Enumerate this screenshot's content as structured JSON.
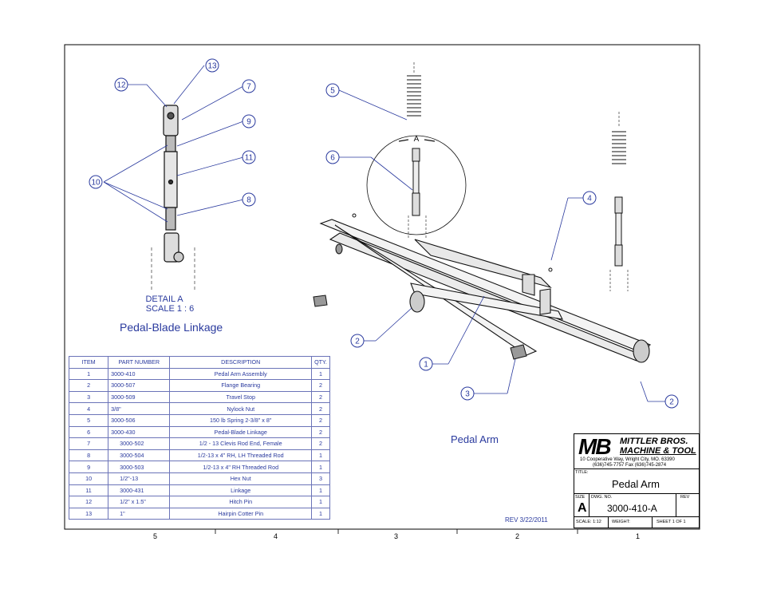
{
  "detail": {
    "title_line1": "DETAIL A",
    "title_line2": "SCALE 1 : 6",
    "name": "Pedal-Blade Linkage",
    "section_letter": "A"
  },
  "main_view_label": "Pedal Arm",
  "revision_note": "REV 3/22/2011",
  "callouts": [
    "13",
    "12",
    "7",
    "9",
    "11",
    "10",
    "8",
    "5",
    "6",
    "4",
    "2",
    "1",
    "3",
    "2"
  ],
  "bom": {
    "headers": [
      "ITEM",
      "PART NUMBER",
      "DESCRIPTION",
      "QTY."
    ],
    "rows": [
      {
        "item": "1",
        "part": "3000-410",
        "desc": "Pedal Arm Assembly",
        "qty": "1"
      },
      {
        "item": "2",
        "part": "3000-507",
        "desc": "Flange Bearing",
        "qty": "2"
      },
      {
        "item": "3",
        "part": "3000-509",
        "desc": "Travel Stop",
        "qty": "2"
      },
      {
        "item": "4",
        "part": "3/8\"",
        "desc": "Nylock Nut",
        "qty": "2"
      },
      {
        "item": "5",
        "part": "3000-506",
        "desc": "150 lb Spring 2-3/8\" x 8\"",
        "qty": "2"
      },
      {
        "item": "6",
        "part": "3000-430",
        "desc": "Pedal-Blade Linkage",
        "qty": "2"
      },
      {
        "item": "7",
        "part": "3000-502",
        "desc": "1/2 - 13 Clevis Rod End, Female",
        "qty": "2"
      },
      {
        "item": "8",
        "part": "3000-504",
        "desc": "1/2-13 x 4\" RH, LH Threaded Rod",
        "qty": "1"
      },
      {
        "item": "9",
        "part": "3000-503",
        "desc": "1/2-13 x 4\" RH Threaded Rod",
        "qty": "1"
      },
      {
        "item": "10",
        "part": "1/2\"-13",
        "desc": "Hex Nut",
        "qty": "3"
      },
      {
        "item": "11",
        "part": "3000-431",
        "desc": "Linkage",
        "qty": "1"
      },
      {
        "item": "12",
        "part": "1/2\" x 1.5\"",
        "desc": "Hitch Pin",
        "qty": "1"
      },
      {
        "item": "13",
        "part": "1\"",
        "desc": "Hairpin Cotter Pin",
        "qty": "1"
      }
    ]
  },
  "title_block": {
    "logo": "MB",
    "company_line1": "MITTLER BROS.",
    "company_line2": "MACHINE & TOOL",
    "address": "10 Cooperative Way, Wright City, MO. 63390",
    "phone": "(636)745-7757  Fax (636)745-2874",
    "title_label": "TITLE:",
    "title": "Pedal Arm",
    "size_label": "SIZE",
    "size": "A",
    "dwg_label": "DWG.  NO.",
    "dwg_no": "3000-410-A",
    "rev_label": "REV",
    "scale": "SCALE: 1:12",
    "weight": "WEIGHT:",
    "sheet": "SHEET 1 OF 1"
  },
  "zones": [
    "5",
    "4",
    "3",
    "2",
    "1"
  ],
  "colors": {
    "ink": "#2a3a9e",
    "line": "#000000"
  }
}
